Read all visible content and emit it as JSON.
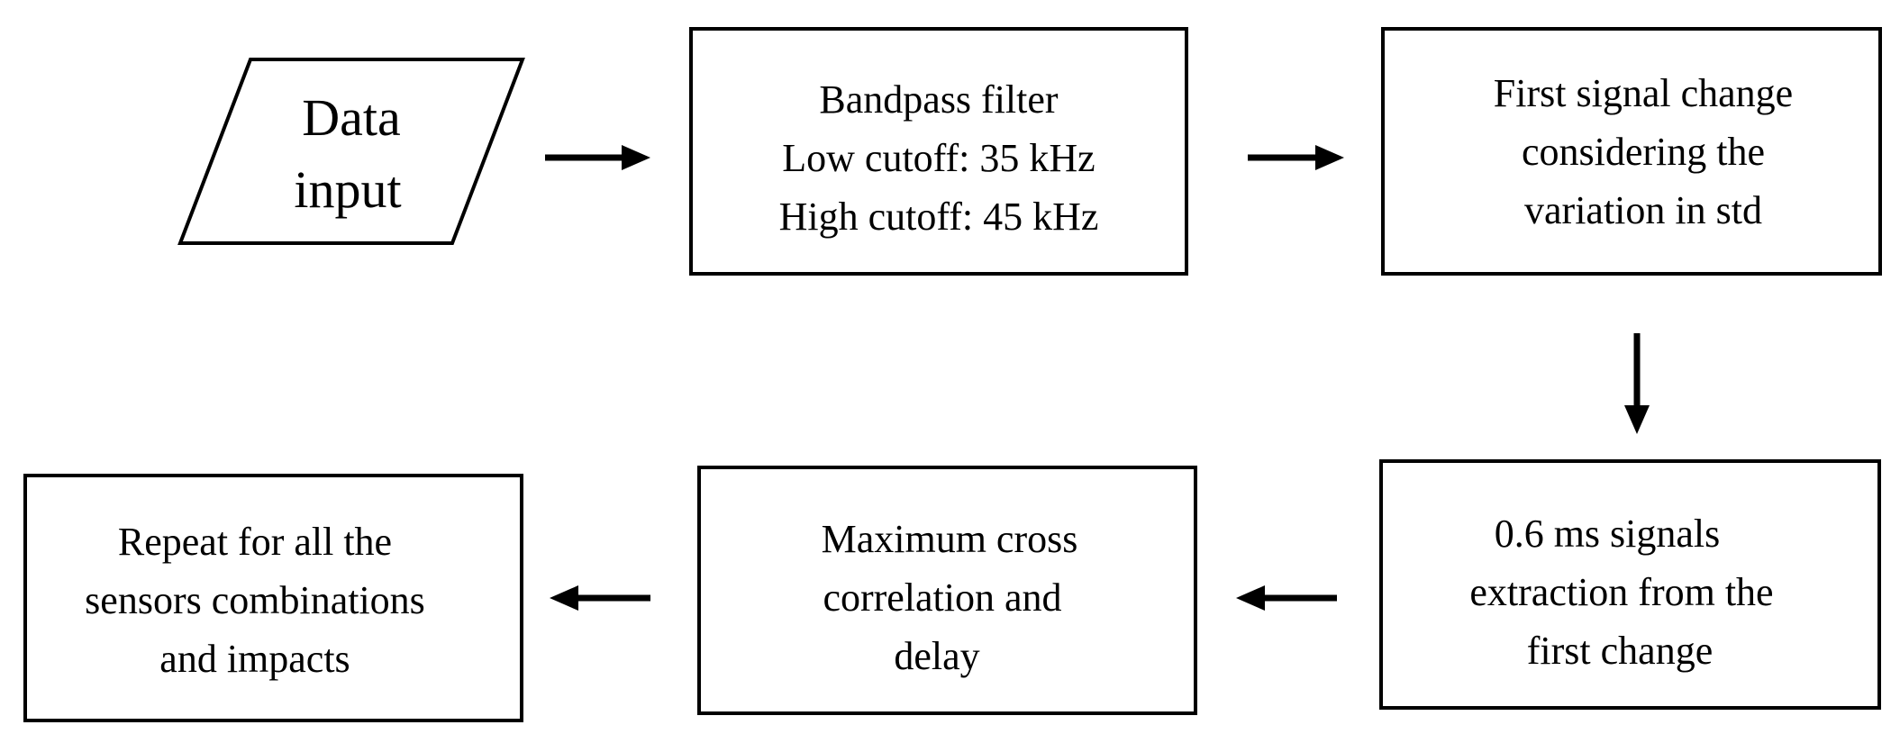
{
  "nodes": {
    "data_input": {
      "lines": [
        "Data",
        "input"
      ]
    },
    "bandpass": {
      "lines": [
        "Bandpass filter",
        "Low cutoff:  35 kHz",
        "High cutoff:  45 kHz"
      ]
    },
    "first_change": {
      "lines": [
        "First signal change",
        "considering the",
        "variation in std"
      ]
    },
    "extraction": {
      "lines": [
        "0.6 ms signals",
        "extraction from the",
        "first change"
      ]
    },
    "cross_corr": {
      "lines": [
        "Maximum cross",
        "correlation and",
        "delay"
      ]
    },
    "repeat": {
      "lines": [
        "Repeat for all the",
        "sensors combinations",
        "and impacts"
      ]
    }
  },
  "edges": [
    {
      "from": "data_input",
      "to": "bandpass"
    },
    {
      "from": "bandpass",
      "to": "first_change"
    },
    {
      "from": "first_change",
      "to": "extraction"
    },
    {
      "from": "extraction",
      "to": "cross_corr"
    },
    {
      "from": "cross_corr",
      "to": "repeat"
    }
  ],
  "colors": {
    "stroke": "#000000",
    "fill": "#ffffff",
    "text": "#000000"
  }
}
